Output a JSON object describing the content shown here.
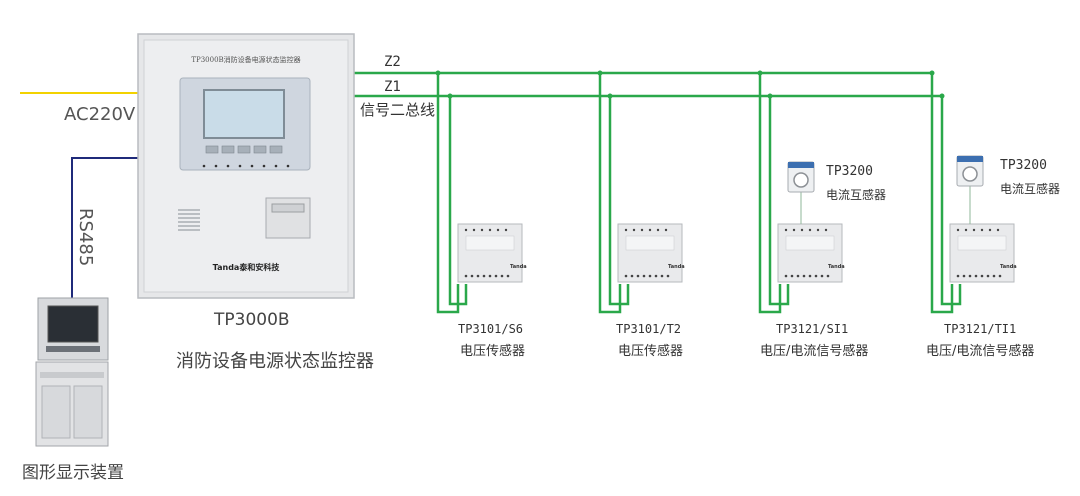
{
  "power": {
    "label": "AC220V"
  },
  "comm": {
    "label": "RS485"
  },
  "bus": {
    "z2": "Z2",
    "z1": "Z1",
    "label": "信号二总线"
  },
  "controller": {
    "model": "TP3000B",
    "name": "消防设备电源状态监控器",
    "panel_title": "TP3000B消防设备电源状态监控器",
    "brand": "Tanda泰和安科技"
  },
  "display_device": {
    "name": "图形显示装置"
  },
  "sensors": [
    {
      "model": "TP3101/S6",
      "name": "电压传感器",
      "has_ct": false
    },
    {
      "model": "TP3101/T2",
      "name": "电压传感器",
      "has_ct": false
    },
    {
      "model": "TP3121/SI1",
      "name": "电压/电流信号感器",
      "has_ct": true
    },
    {
      "model": "TP3121/TI1",
      "name": "电压/电流信号感器",
      "has_ct": true
    }
  ],
  "current_transformer": {
    "model": "TP3200",
    "name": "电流互感器"
  },
  "colors": {
    "power_line": "#f2d200",
    "rs485_line": "#1f2a7a",
    "bus_line": "#2aa84a",
    "device_grey": "#e9eaec"
  }
}
